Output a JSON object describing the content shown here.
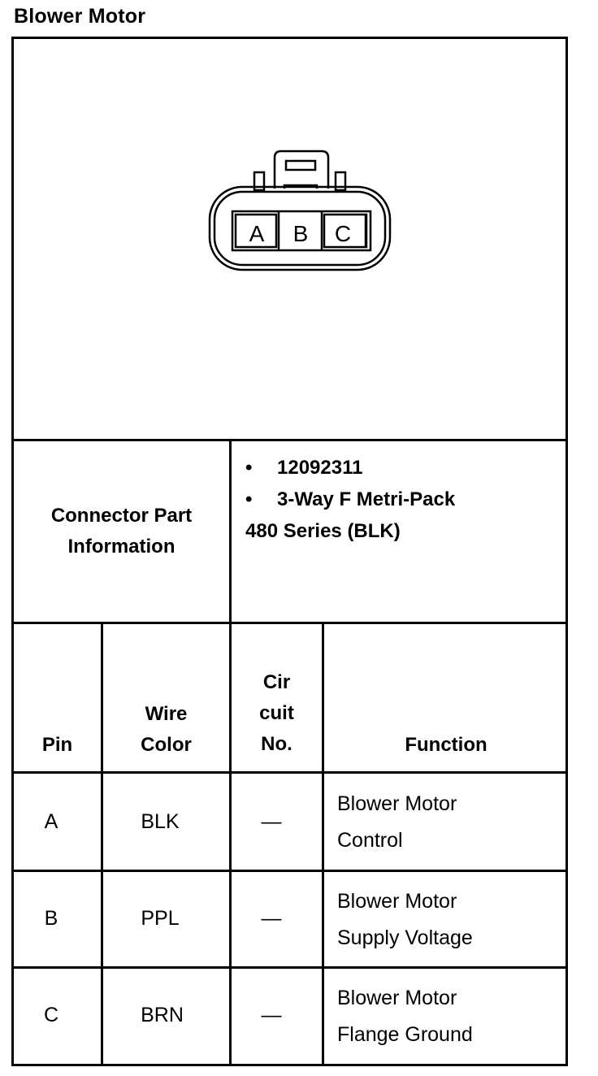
{
  "title": "Blower Motor",
  "connector": {
    "pins": [
      "A",
      "B",
      "C"
    ]
  },
  "part_info": {
    "label_line1": "Connector Part",
    "label_line2": "Information",
    "bullet": "•",
    "part_number": "12092311",
    "description_line1": "3-Way F Metri-Pack",
    "description_line2": "480 Series (BLK)"
  },
  "table": {
    "headers": {
      "pin": "Pin",
      "wire_color_line1": "Wire",
      "wire_color_line2": "Color",
      "circuit_line1": "Cir",
      "circuit_line2": "cuit",
      "circuit_line3": "No.",
      "function": "Function"
    },
    "rows": [
      {
        "pin": "A",
        "wire_color": "BLK",
        "circuit": "—",
        "function_line1": "Blower Motor",
        "function_line2": "Control"
      },
      {
        "pin": "B",
        "wire_color": "PPL",
        "circuit": "—",
        "function_line1": "Blower Motor",
        "function_line2": "Supply Voltage"
      },
      {
        "pin": "C",
        "wire_color": "BRN",
        "circuit": "—",
        "function_line1": "Blower Motor",
        "function_line2": "Flange Ground"
      }
    ]
  }
}
